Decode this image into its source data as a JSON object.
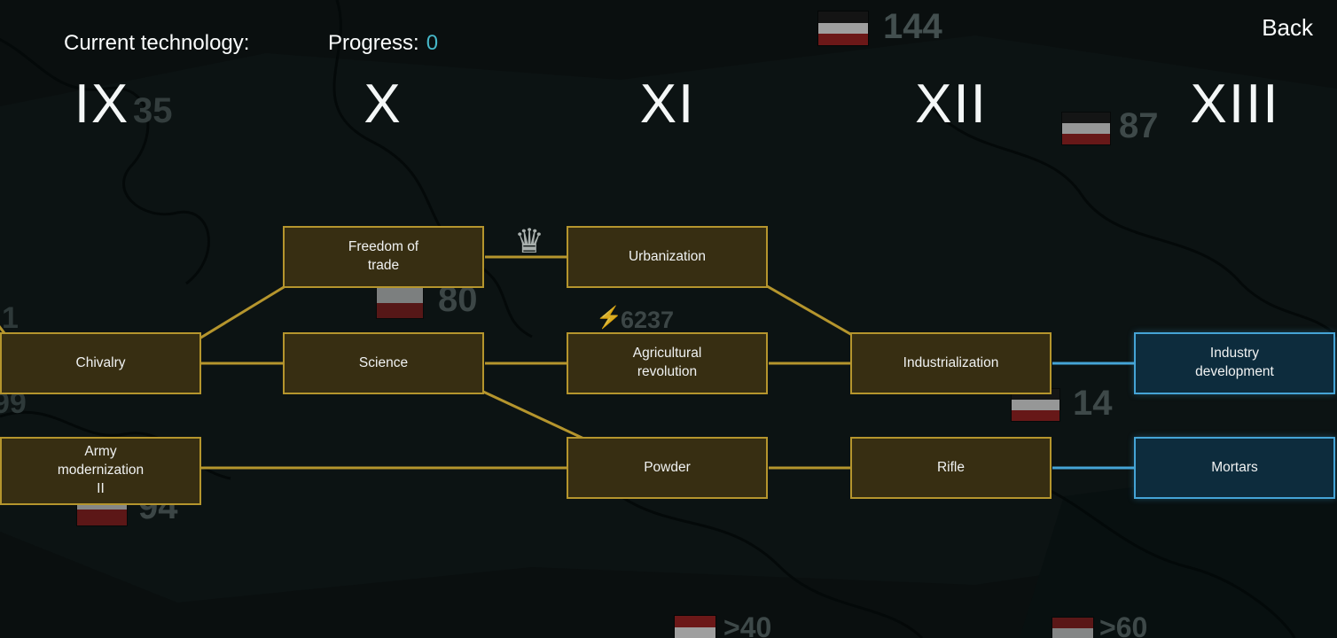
{
  "header": {
    "current_technology_label": "Current technology:",
    "progress_label": "Progress:",
    "progress_value": "0",
    "back_label": "Back"
  },
  "eras": [
    "IX",
    "X",
    "XI",
    "XII",
    "XIII"
  ],
  "tree": {
    "nodes": [
      {
        "label": "Chivalry",
        "state": "researched"
      },
      {
        "label": "Freedom of\ntrade",
        "state": "researched"
      },
      {
        "label": "Science",
        "state": "researched"
      },
      {
        "label": "Urbanization",
        "state": "researched"
      },
      {
        "label": "Agricultural\nrevolution",
        "state": "researched"
      },
      {
        "label": "Industrialization",
        "state": "researched"
      },
      {
        "label": "Industry\ndevelopment",
        "state": "available"
      },
      {
        "label": "Army\nmodernization\nII",
        "state": "researched"
      },
      {
        "label": "Powder",
        "state": "researched"
      },
      {
        "label": "Rifle",
        "state": "researched"
      },
      {
        "label": "Mortars",
        "state": "available"
      }
    ]
  },
  "colors": {
    "connection_gold": "#b5952d",
    "connection_blue": "#45a4d6",
    "node_gold_fill": "#372e12",
    "node_gold_border": "#b5952d",
    "node_blue_fill": "#0d2c3d",
    "node_blue_border": "#45a4d6",
    "progress_value": "#46b7c8"
  },
  "icons": {
    "crown": "♛",
    "lightning": "⚡"
  },
  "map_labels": [
    {
      "icon": "flag-german-empire-icon",
      "text": "144"
    },
    {
      "icon": "",
      "text": "35"
    },
    {
      "icon": "flag-german-empire-icon",
      "text": "87"
    },
    {
      "icon": "flag-poland-icon",
      "text": "80"
    },
    {
      "icon": "lightning-icon",
      "text": "6237"
    },
    {
      "icon": "flag-german-empire-icon",
      "text": "14"
    },
    {
      "icon": "flag-poland-icon",
      "text": "94"
    },
    {
      "icon": "flag-red-white-icon",
      "text": ">40"
    },
    {
      "icon": "flag-red-white-icon",
      "text": ">60"
    },
    {
      "icon": "",
      "text": "1"
    },
    {
      "icon": "",
      "text": "99"
    }
  ]
}
